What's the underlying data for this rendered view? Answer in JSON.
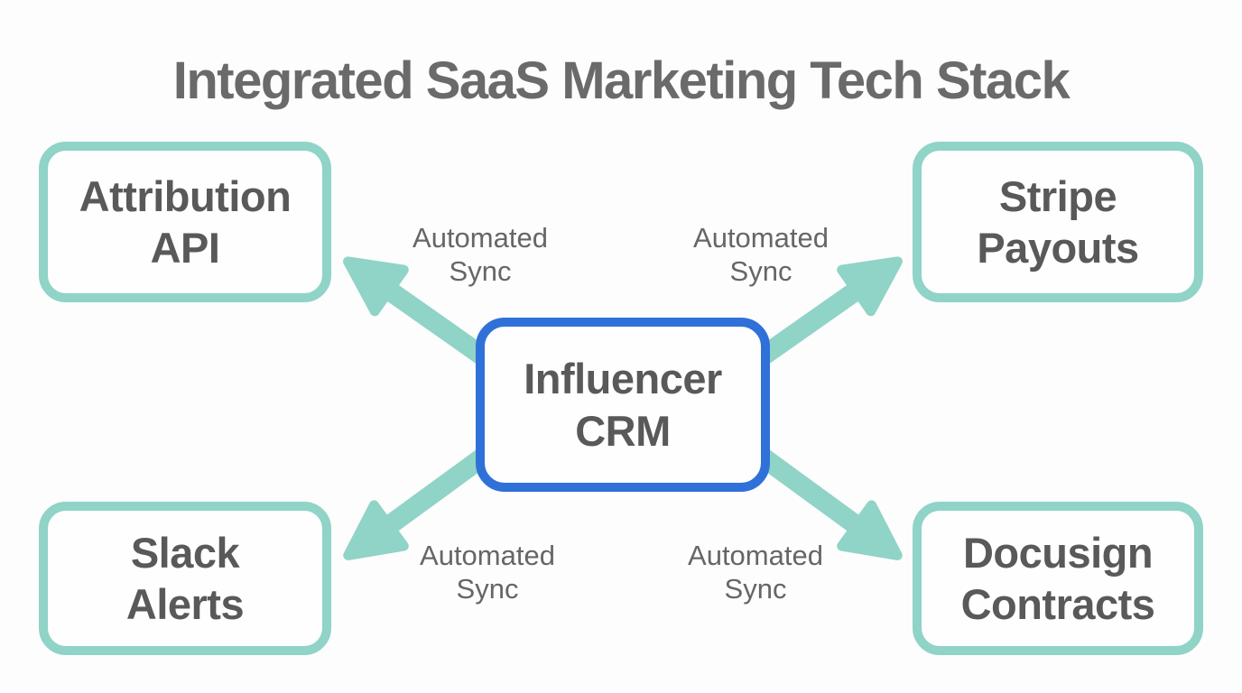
{
  "title": "Integrated SaaS Marketing Tech Stack",
  "diagram": {
    "center_node": {
      "line1": "Influencer",
      "line2": "CRM"
    },
    "nodes": {
      "top_left": {
        "line1": "Attribution",
        "line2": "API"
      },
      "top_right": {
        "line1": "Stripe",
        "line2": "Payouts"
      },
      "bottom_left": {
        "line1": "Slack",
        "line2": "Alerts"
      },
      "bottom_right": {
        "line1": "Docusign",
        "line2": "Contracts"
      }
    },
    "connections": [
      {
        "from": "Influencer CRM",
        "to": "Attribution API",
        "label_line1": "Automated",
        "label_line2": "Sync"
      },
      {
        "from": "Influencer CRM",
        "to": "Stripe Payouts",
        "label_line1": "Automated",
        "label_line2": "Sync"
      },
      {
        "from": "Influencer CRM",
        "to": "Slack Alerts",
        "label_line1": "Automated",
        "label_line2": "Sync"
      },
      {
        "from": "Influencer CRM",
        "to": "Docusign Contracts",
        "label_line1": "Automated",
        "label_line2": "Sync"
      }
    ],
    "colors": {
      "arrow_and_node_border": "#90d3c7",
      "center_node_border": "#2f71d9",
      "node_text": "#595959",
      "title_text": "#6a6a6a",
      "label_text": "#666666",
      "background": "#fdfdfd"
    }
  }
}
